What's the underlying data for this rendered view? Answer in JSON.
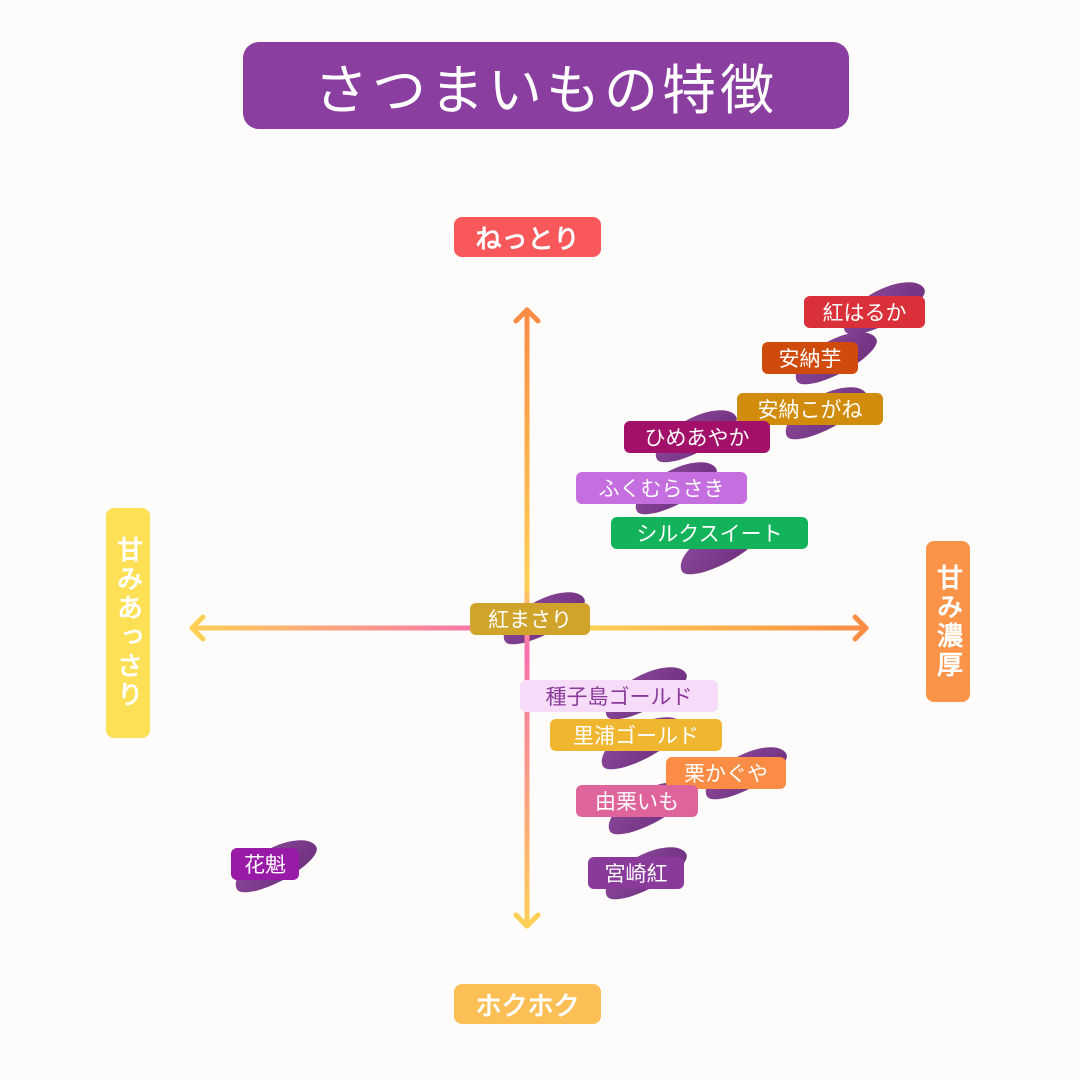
{
  "title": "さつまいもの特徴",
  "axes": {
    "top": "ねっとり",
    "bottom": "ホクホク",
    "left": "甘みあっさり",
    "right": "甘み濃厚"
  },
  "varieties": [
    {
      "name": "紅はるか",
      "color": "#d9303a"
    },
    {
      "name": "安納芋",
      "color": "#d04a0c"
    },
    {
      "name": "安納こがね",
      "color": "#d08c0a"
    },
    {
      "name": "ひめあやか",
      "color": "#a3106a"
    },
    {
      "name": "ふくむらさき",
      "color": "#c46ee0"
    },
    {
      "name": "シルクスイート",
      "color": "#12b35a"
    },
    {
      "name": "紅まさり",
      "color": "#d0a42a"
    },
    {
      "name": "種子島ゴールド",
      "color": "#f6dcf8"
    },
    {
      "name": "里浦ゴールド",
      "color": "#f0b630"
    },
    {
      "name": "栗かぐや",
      "color": "#fb8c45"
    },
    {
      "name": "由栗いも",
      "color": "#e0649c"
    },
    {
      "name": "宮崎紅",
      "color": "#8a3a9a"
    },
    {
      "name": "花魁",
      "color": "#9a1aa8"
    }
  ]
}
